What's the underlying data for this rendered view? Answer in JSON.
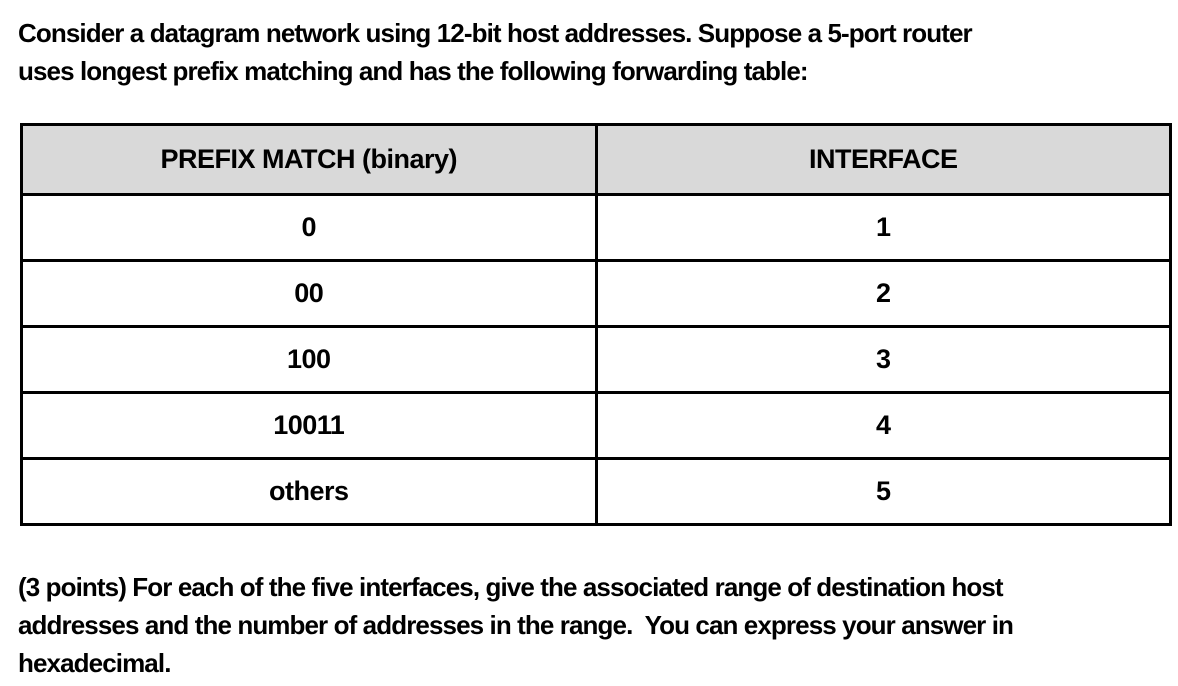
{
  "intro": {
    "lines": [
      "Consider a datagram network using 12-bit host addresses. Suppose a 5-port router",
      "uses longest prefix matching and has the following forwarding table:"
    ]
  },
  "forwarding_table": {
    "headers": {
      "prefix": "PREFIX MATCH (binary)",
      "interface": "INTERFACE"
    },
    "rows": [
      {
        "prefix": "0",
        "interface": "1"
      },
      {
        "prefix": "00",
        "interface": "2"
      },
      {
        "prefix": "100",
        "interface": "3"
      },
      {
        "prefix": "10011",
        "interface": "4"
      },
      {
        "prefix": "others",
        "interface": "5"
      }
    ]
  },
  "question": {
    "lines": [
      "(3 points) For each of the five interfaces, give the associated range of destination host",
      "addresses and the number of addresses in the range.  You can express your answer in",
      "hexadecimal."
    ]
  },
  "colors": {
    "page_bg": "#ffffff",
    "text": "#000000",
    "table_border": "#000000",
    "header_bg": "#d9d9d9"
  }
}
